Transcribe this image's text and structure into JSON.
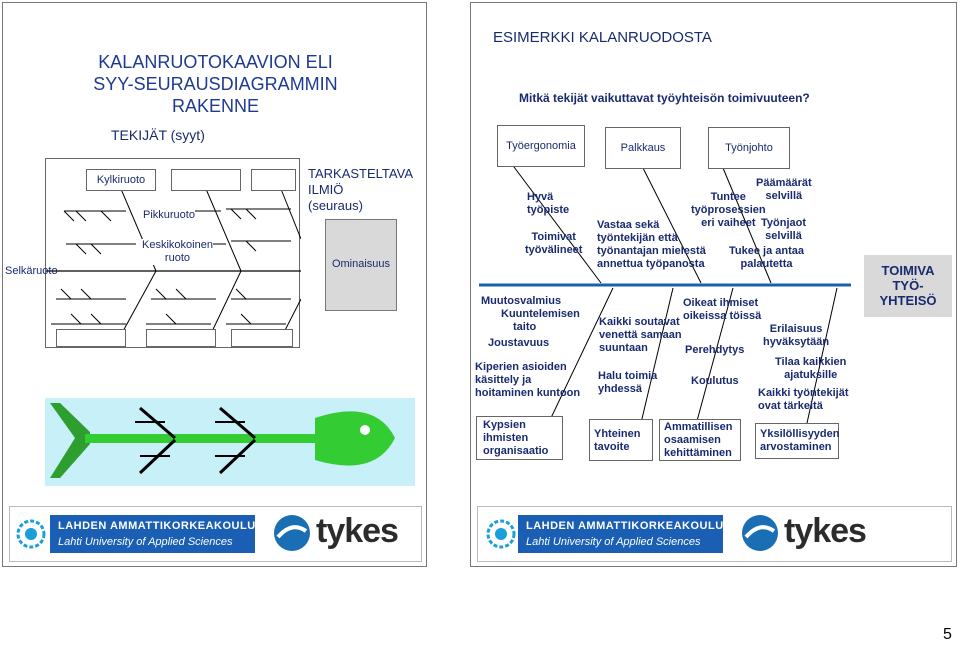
{
  "left_slide": {
    "title_line1": "KALANRUOTOKAAVION ELI",
    "title_line2": "SYY-SEURAUSDIAGRAMMIN",
    "title_line3": "RAKENNE",
    "causes_label": "TEKIJÄT (syyt)",
    "kylkiruoto": "Kylkiruoto",
    "pikkuruoto": "Pikkuruoto",
    "keskikokoinen_line1": "Keskikokoinen",
    "keskikokoinen_line2": "ruoto",
    "selkaruoto": "Selkäruoto",
    "effect_line1": "TARKASTELTAVA",
    "effect_line2": "ILMIÖ",
    "effect_line3": "(seuraus)",
    "ominaisuus": "Ominaisuus"
  },
  "right_slide": {
    "title": "ESIMERKKI KALANRUODOSTA",
    "question": "Mitkä tekijät vaikuttavat työyhteisön toimivuuteen?",
    "top_boxes": [
      "Työergonomia",
      "Palkkaus",
      "Työnjohto"
    ],
    "bottom_boxes": [
      {
        "line1": "Kypsien",
        "line2": "ihmisten",
        "line3": "organisaatio"
      },
      {
        "line1": "Yhteinen",
        "line2": "tavoite",
        "line3": ""
      },
      {
        "line1": "Ammatillisen",
        "line2": "osaamisen",
        "line3": "kehittäminen"
      },
      {
        "line1": "Yksilöllisyyden",
        "line2": "arvostaminen",
        "line3": ""
      }
    ],
    "effect_line1": "TOIMIVA",
    "effect_line2": "TYÖ-",
    "effect_line3": "YHTEISÖ",
    "causes": {
      "hyva1": "Hyvä",
      "hyva2": "työpiste",
      "toimivat1": "Toimivat",
      "toimivat2": "työvälineet",
      "vastaa1": "Vastaa sekä",
      "vastaa2": "työntekijän että",
      "vastaa3": "työnantajan mielestä",
      "vastaa4": "annettua työpanosta",
      "tuntee1": "Tuntee",
      "tuntee2": "työprosessien",
      "tuntee3": "eri vaiheet",
      "paamaarat1": "Päämäärät",
      "paamaarat2": "selvillä",
      "tyonjaot1": "Työnjaot",
      "tyonjaot2": "selvillä",
      "tukee1": "Tukee ja antaa",
      "tukee2": "palautetta",
      "muutos": "Muutosvalmius",
      "kuuntelemisen1": "Kuuntelemisen",
      "kuuntelemisen2": "taito",
      "joustavuus": "Joustavuus",
      "kiperien1": "Kiperien asioiden",
      "kiperien2": "käsittely ja",
      "kiperien3": "hoitaminen kuntoon",
      "kaikki1": "Kaikki soutavat",
      "kaikki2": "venettä samaan",
      "kaikki3": "suuntaan",
      "halu1": "Halu toimia",
      "halu2": "yhdessä",
      "oikeat1": "Oikeat ihmiset",
      "oikeat2": "oikeissa töissä",
      "perehdytys": "Perehdytys",
      "koulutus": "Koulutus",
      "erilaisuus1": "Erilaisuus",
      "erilaisuus2": "hyväksytään",
      "tilaa1": "Tilaa kaikkien",
      "tilaa2": "ajatuksille",
      "kaikkityo1": "Kaikki työntekijät",
      "kaikkityo2": "ovat tärkeitä"
    }
  },
  "banner": {
    "lamk_line1": "LAHDEN AMMATTIKORKEAKOULU",
    "lamk_line2": "Lahti University of Applied Sciences",
    "tykes": "tykes"
  },
  "page_number": "5",
  "colors": {
    "title_blue": "#1f3a93",
    "fish_green": "#33cc33",
    "fish_bg": "#c8f0f8",
    "effect_bg": "#d9d9d9"
  }
}
